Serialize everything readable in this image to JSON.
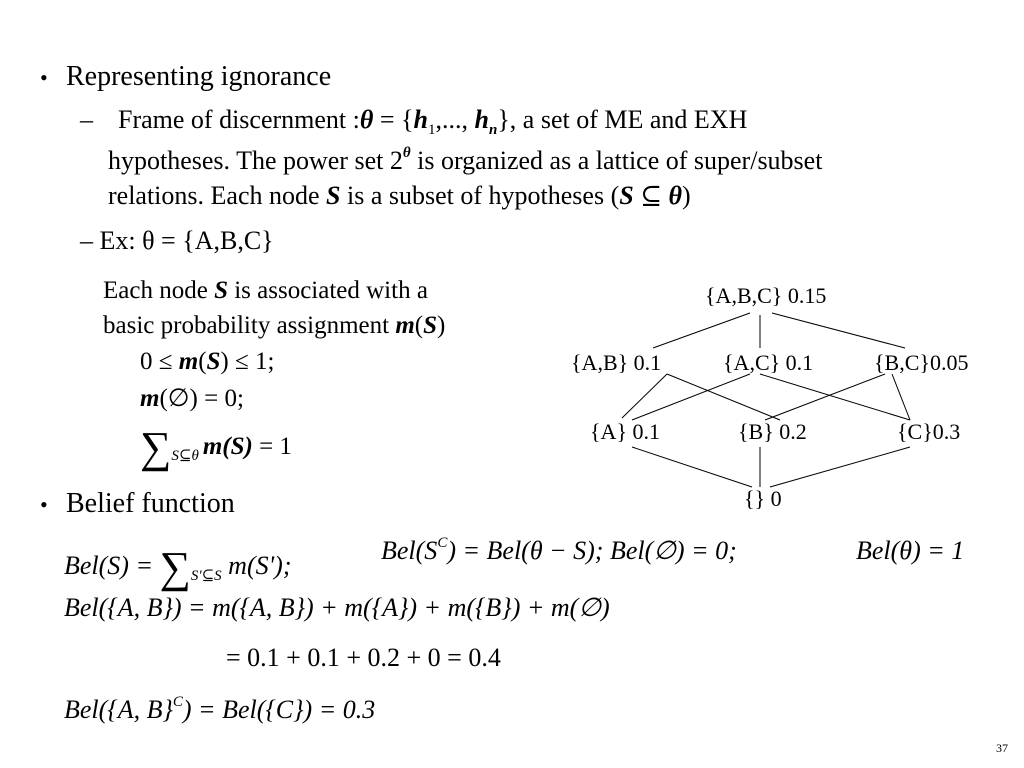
{
  "slide": {
    "bullet1": {
      "title": "Representing ignorance",
      "frame_line": {
        "dash": "–",
        "lead": "Frame of discernment :",
        "theta": "θ",
        "eq_open": " = {",
        "h1": "h",
        "h1_sub": "1",
        "dots": ",..., ",
        "hn": "h",
        "hn_sub": "n",
        "close": "}",
        "tail": ", a set of ME and EXH"
      },
      "hyp_line": {
        "a": "hypotheses. The power set 2",
        "sup": "θ",
        "b": " is organized as a lattice of super/subset"
      },
      "rel_line": {
        "a": "relations. Each node ",
        "S": "S",
        "b": " is a subset of hypotheses (",
        "S2": "S",
        "subseteq": " ⊆ ",
        "theta": "θ",
        "c": ")"
      },
      "ex_line": "– Ex: θ = {A,B,C}"
    },
    "assoc": {
      "line1_a": "Each node ",
      "line1_S": "S",
      "line1_b": " is associated with a",
      "line2_a": "basic probability assignment ",
      "line2_m": "m",
      "line2_b": "(",
      "line2_S": "S",
      "line2_c": ")",
      "c1_a": "0 ≤ ",
      "c1_m": "m",
      "c1_b": "(",
      "c1_S": "S",
      "c1_c": ") ≤ 1;",
      "c2_m": "m",
      "c2_b": "(∅) = 0;",
      "c3_sum": "∑",
      "c3_sub": "S⊆θ",
      "c3_m": "m(S)",
      "c3_eq": " = 1"
    },
    "lattice": {
      "top": "{A,B,C} 0.15",
      "ab": "{A,B} 0.1",
      "ac": "{A,C} 0.1",
      "bc": "{B,C}0.05",
      "a": "{A} 0.1",
      "b": "{B} 0.2",
      "c": "{C}0.3",
      "empty": "{} 0"
    },
    "bullet2": {
      "title": "Belief function",
      "eq1_a": "Bel(S) = ",
      "eq1_sum": "∑",
      "eq1_sub": "S'⊆S",
      "eq1_b": " m(S');",
      "eq1_c": "Bel(S",
      "eq1_c_sup": "C",
      "eq1_d": ") = Bel(θ − S); Bel(∅) = 0;",
      "eq1_e": "Bel(θ) = 1",
      "eq2": "Bel({A, B}) = m({A, B}) + m({A}) + m({B}) + m(∅)",
      "eq3": "= 0.1 + 0.1 + 0.2 + 0 = 0.4",
      "eq4_a": "Bel({A, B}",
      "eq4_sup": "C",
      "eq4_b": ") = Bel({C}) = 0.3"
    },
    "page_number": "37"
  }
}
